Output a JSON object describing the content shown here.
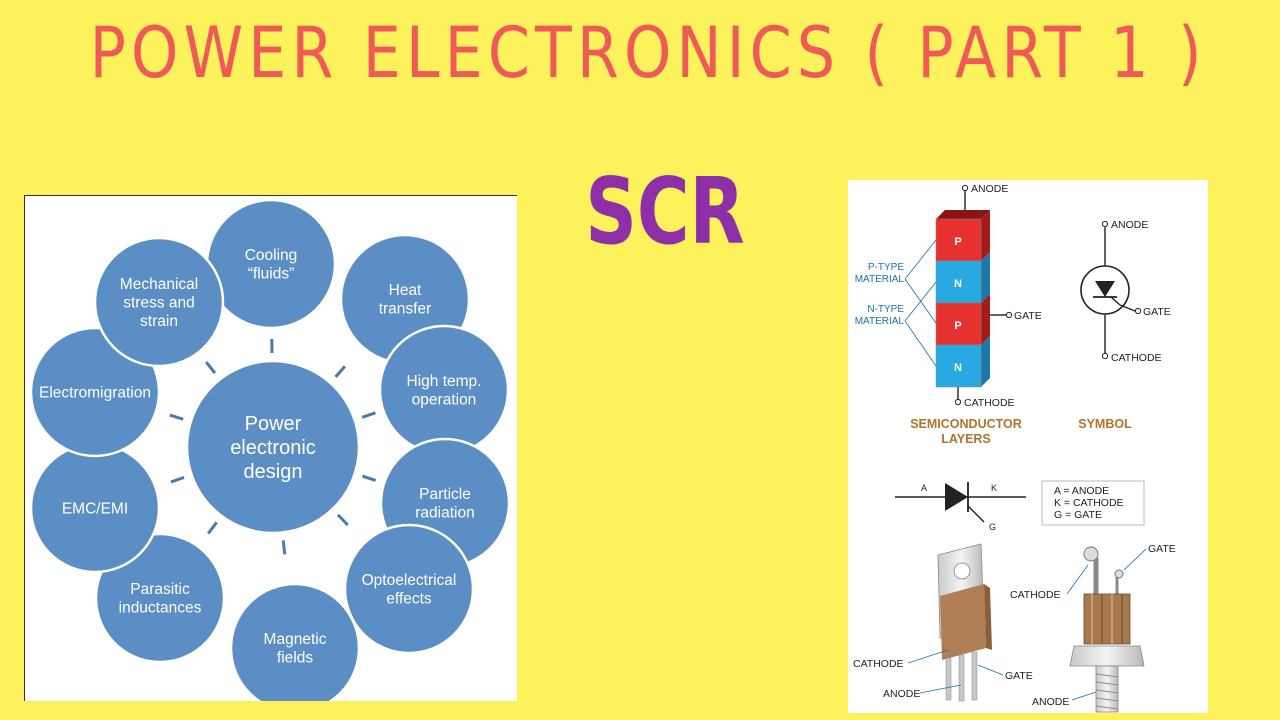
{
  "title": "POWER ELECTRONICS ( PART 1 )",
  "subtitle": "SCR",
  "colors": {
    "background": "#fdf15c",
    "title": "#ef5a57",
    "subtitle": "#8e2fa8",
    "bubble": "#5b8ec4",
    "p_layer": "#e5312f",
    "n_layer": "#29a9e1",
    "caption": "#b5722c"
  },
  "diagram": {
    "center": [
      "Power",
      "electronic",
      "design"
    ],
    "nodes": [
      [
        "Cooling",
        "“fluids”"
      ],
      [
        "Heat",
        "transfer"
      ],
      [
        "High temp.",
        "operation"
      ],
      [
        "Particle",
        "radiation"
      ],
      [
        "Optoelectrical",
        "effects"
      ],
      [
        "Magnetic",
        "fields"
      ],
      [
        "Parasitic",
        "inductances"
      ],
      [
        "EMC/EMI"
      ],
      [
        "Electromigration"
      ],
      [
        "Mechanical",
        "stress and",
        "strain"
      ]
    ]
  },
  "scr": {
    "anode": "ANODE",
    "cathode": "CATHODE",
    "gate": "GATE",
    "p_type": [
      "P-TYPE",
      "MATERIAL"
    ],
    "n_type": [
      "N-TYPE",
      "MATERIAL"
    ],
    "layers": [
      "P",
      "N",
      "P",
      "N"
    ],
    "caption_layers": [
      "SEMICONDUCTOR",
      "LAYERS"
    ],
    "caption_symbol": "SYMBOL",
    "sym_a": "A",
    "sym_k": "K",
    "sym_g": "G",
    "legend": [
      "A = ANODE",
      "K = CATHODE",
      "G = GATE"
    ]
  }
}
